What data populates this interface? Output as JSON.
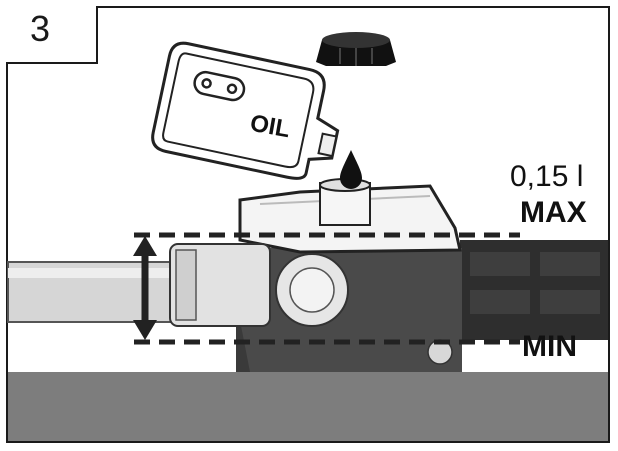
{
  "step": {
    "number": "3"
  },
  "bottle": {
    "label": "OIL"
  },
  "levels": {
    "volume": "0,15 l",
    "max": "MAX",
    "min": "MIN"
  }
}
